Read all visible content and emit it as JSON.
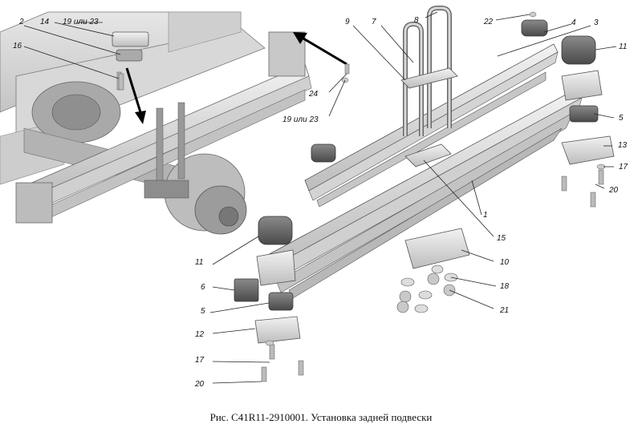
{
  "caption": "Рис. C41R11-2910001. Установка задней подвески",
  "callouts": {
    "c1": "1",
    "c2": "2",
    "c3": "3",
    "c4": "4",
    "c5_right": "5",
    "c5_left": "5",
    "c6": "6",
    "c7": "7",
    "c8": "8",
    "c9": "9",
    "c10": "10",
    "c11_right": "11",
    "c11_left": "11",
    "c12": "12",
    "c13": "13",
    "c14": "14",
    "c15": "15",
    "c16": "16",
    "c17_right": "17",
    "c17_left": "17",
    "c18": "18",
    "c19_23_top": "19 или 23",
    "c19_23_mid": "19 или 23",
    "c20_right": "20",
    "c20_left": "20",
    "c21": "21",
    "c22": "22",
    "c24": "24"
  }
}
